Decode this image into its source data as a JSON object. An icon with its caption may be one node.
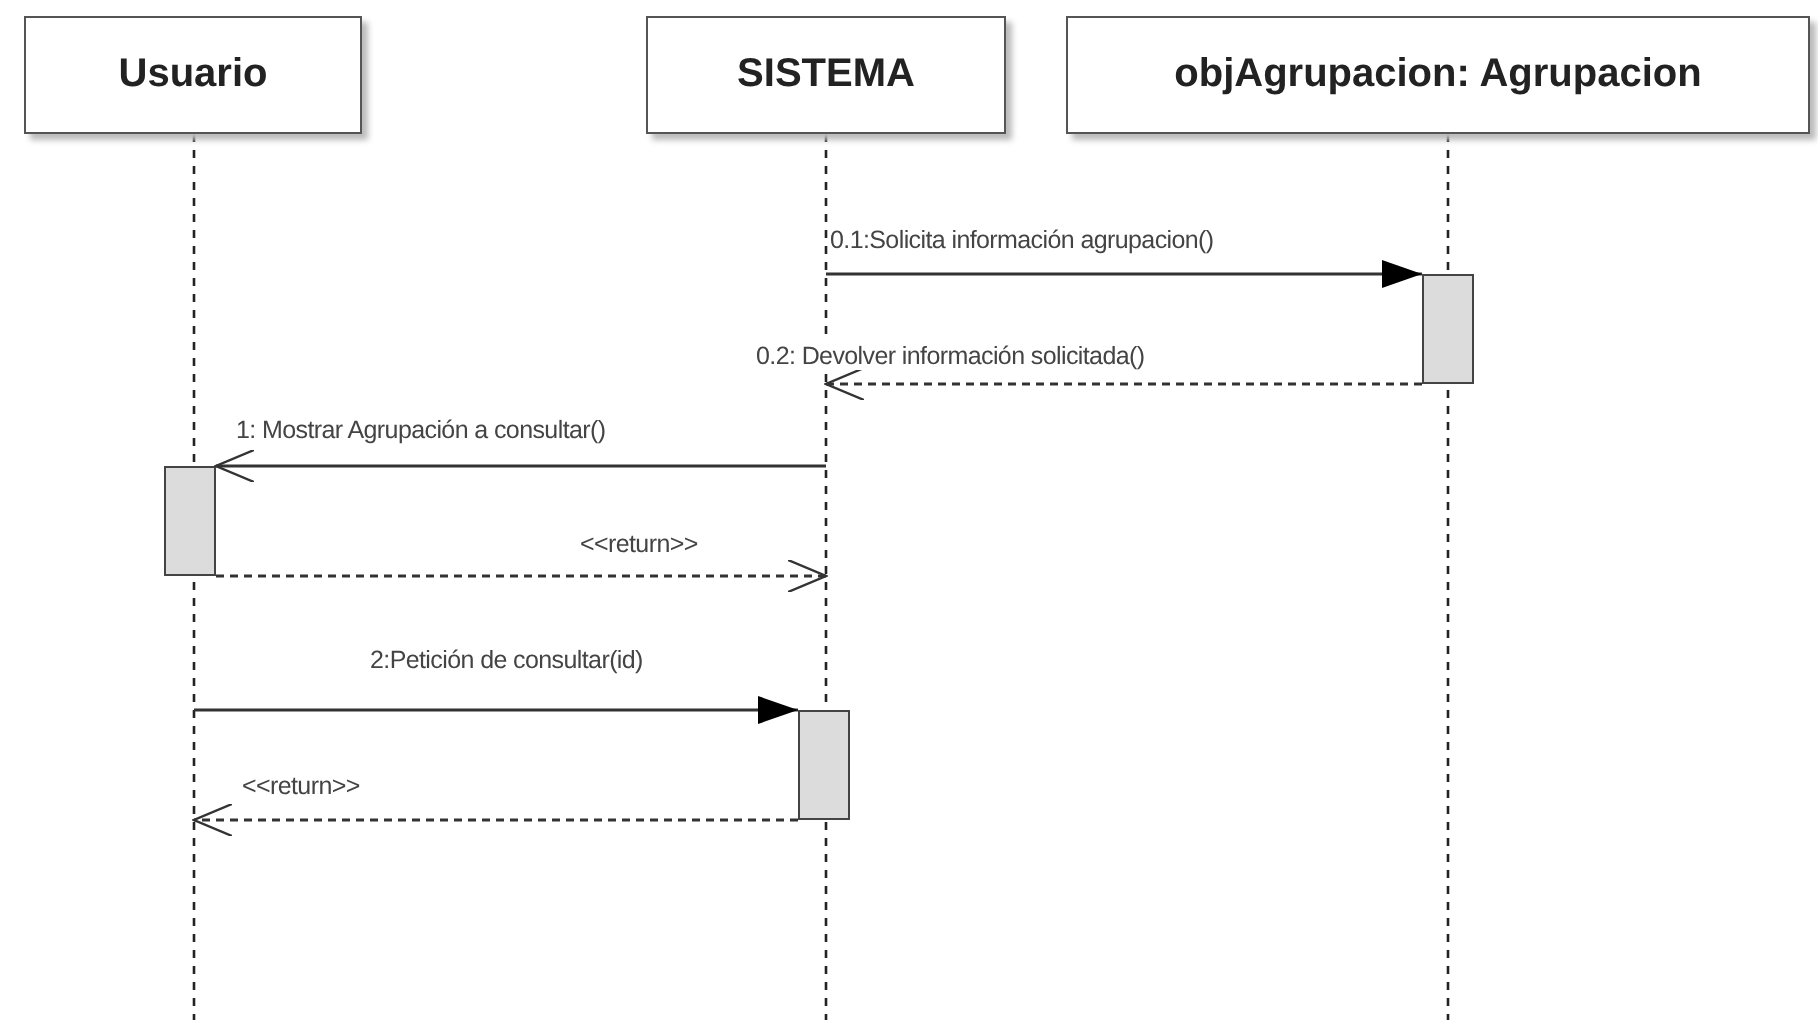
{
  "diagram": {
    "nodes": [
      {
        "text": [
          "Usuario"
        ]
      },
      {
        "text": [
          "SISTEMA"
        ]
      },
      {
        "text": [
          "objAgrupacion: Agrupacion"
        ]
      },
      {
        "text": [],
        "shape": "line"
      },
      {
        "text": [],
        "shape": "line"
      },
      {
        "text": [],
        "shape": "line"
      },
      {
        "text": [],
        "shape": "bar"
      },
      {
        "text": [],
        "shape": "bar"
      },
      {
        "text": [],
        "shape": "bar"
      }
    ],
    "edges": [
      {
        "from": 4,
        "to": 6,
        "arrow": "to",
        "label": "0.1:Solicita información agrupacion()"
      },
      {
        "from": 6,
        "to": 4,
        "arrow": "to",
        "label": "0.2: Devolver información solicitada()",
        "style": "dashed"
      },
      {
        "from": 4,
        "to": 7,
        "arrow": "to",
        "label": "1: Mostrar Agrupación a consultar()"
      },
      {
        "from": 7,
        "to": 4,
        "arrow": "to",
        "label": "<<return>>",
        "style": "dashed"
      },
      {
        "from": 3,
        "to": 8,
        "arrow": "to",
        "label": "2:Petición de consultar(id)"
      },
      {
        "from": 8,
        "to": 3,
        "arrow": "to",
        "label": "<<return>>",
        "style": "dashed"
      }
    ]
  }
}
